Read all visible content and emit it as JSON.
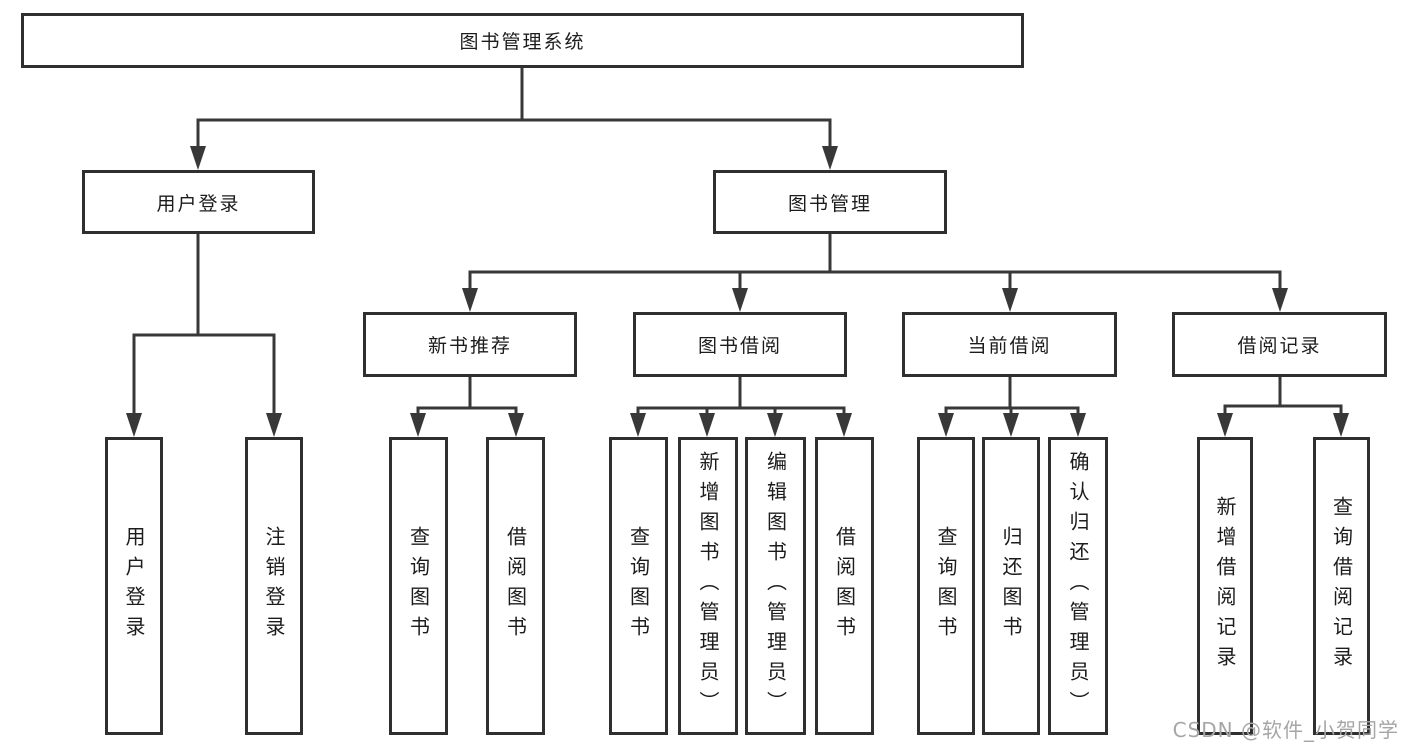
{
  "tree": {
    "root": {
      "label": "图书管理系统"
    },
    "branches": [
      {
        "label": "用户登录",
        "children": [
          {
            "label": "用户登录"
          },
          {
            "label": "注销登录"
          }
        ]
      },
      {
        "label": "图书管理",
        "children": [
          {
            "label": "新书推荐",
            "children": [
              {
                "label": "查询图书"
              },
              {
                "label": "借阅图书"
              }
            ]
          },
          {
            "label": "图书借阅",
            "children": [
              {
                "label": "查询图书"
              },
              {
                "label": "新增图书（管理员）"
              },
              {
                "label": "编辑图书（管理员）"
              },
              {
                "label": "借阅图书"
              }
            ]
          },
          {
            "label": "当前借阅",
            "children": [
              {
                "label": "查询图书"
              },
              {
                "label": "归还图书"
              },
              {
                "label": "确认归还（管理员）"
              }
            ]
          },
          {
            "label": "借阅记录",
            "children": [
              {
                "label": "新增借阅记录"
              },
              {
                "label": "查询借阅记录"
              }
            ]
          }
        ]
      }
    ]
  },
  "watermark": "CSDN @软件_小贺同学",
  "colors": {
    "line": "#383838",
    "box_border": "#2f2f2f",
    "text": "#1c1c1c",
    "watermark": "#a6a6a6",
    "background": "#ffffff"
  }
}
